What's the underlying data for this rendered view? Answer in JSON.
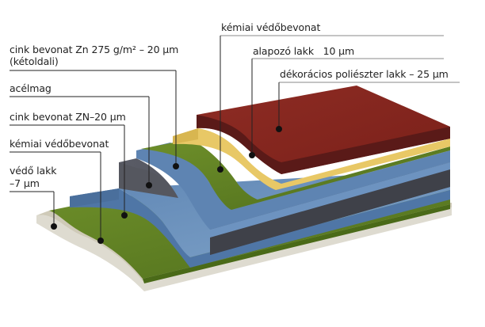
{
  "diagram": {
    "title": "",
    "labels": {
      "top_chemical": "kémiai védőbevonat",
      "primer": "alapozó lakk   10 µm",
      "decorative": "dékorácios poliészter lakk – 25 µm",
      "zinc_double_line1": "cink bevonat Zn 275 g/m² – 20 µm",
      "zinc_double_line2": "(kétoldali)",
      "steel_core": "acélmag",
      "zinc_bottom": "cink bevonat ZN–20 µm",
      "bottom_chemical": "kémiai védőbevonat",
      "protective_line1": "védő lakk",
      "protective_line2": "–7 µm"
    },
    "layers": [
      {
        "name": "dékorácios poliészter lakk",
        "color": "#8a2a22"
      },
      {
        "name": "alapozó lakk",
        "color": "#e8c866"
      },
      {
        "name": "kémiai védőbevonat (felső)",
        "color": "#5c7a26"
      },
      {
        "name": "cink bevonat (felső)",
        "color": "#6a8fb8"
      },
      {
        "name": "acélmag",
        "color": "#4a4c56"
      },
      {
        "name": "cink bevonat (alsó)",
        "color": "#6a8fb8"
      },
      {
        "name": "kémiai védőbevonat (alsó)",
        "color": "#6a8a22"
      },
      {
        "name": "védő lakk",
        "color": "#dedbd0"
      }
    ]
  }
}
